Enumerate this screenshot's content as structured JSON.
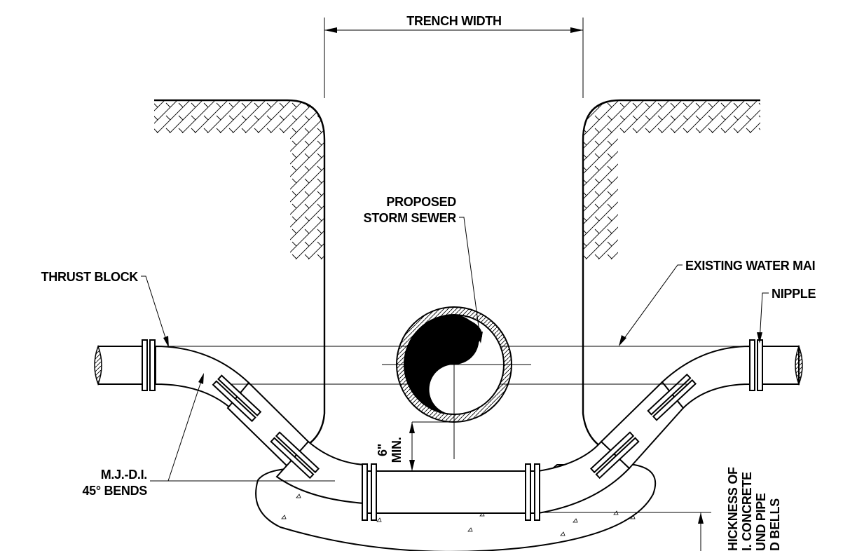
{
  "labels": {
    "trench_width": "TRENCH WIDTH",
    "proposed_line1": "PROPOSED",
    "proposed_line2": "STORM SEWER",
    "thrust_block": "THRUST BLOCK",
    "existing_water_main": "EXISTING WATER MAI",
    "nipple": "NIPPLE",
    "bends_line1": "M.J.-D.I.",
    "bends_line2": "45° BENDS",
    "min_line1": "6\"",
    "min_line2": "MIN.",
    "thickness_line1": "HICKNESS OF",
    "thickness_line2": "I. CONCRETE",
    "thickness_line3": "UND PIPE",
    "thickness_line4": "D BELLS"
  }
}
